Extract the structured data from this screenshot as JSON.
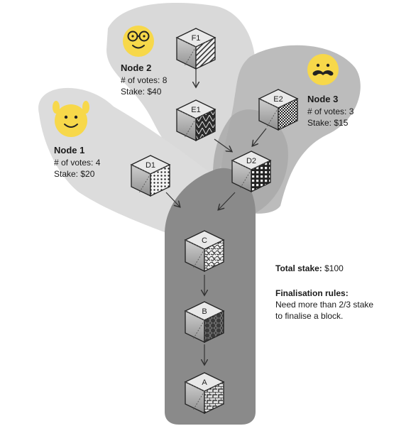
{
  "nodes": [
    {
      "name": "Node 1",
      "votes_text": "# of votes: 4",
      "stake_text": "Stake: $20",
      "avatar_icon": "smiley-hands-up-icon"
    },
    {
      "name": "Node 2",
      "votes_text": "# of votes: 8",
      "stake_text": "Stake: $40",
      "avatar_icon": "smiley-glasses-icon"
    },
    {
      "name": "Node 3",
      "votes_text": "# of votes: 3",
      "stake_text": "Stake: $15",
      "avatar_icon": "smiley-mustache-icon"
    }
  ],
  "blocks": {
    "A": "A",
    "B": "B",
    "C": "C",
    "D1": "D1",
    "D2": "D2",
    "E1": "E1",
    "E2": "E2",
    "F1": "F1"
  },
  "total_stake": {
    "label": "Total stake:",
    "value": " $100"
  },
  "finalisation": {
    "title": "Finalisation rules:",
    "line1": "Need more than 2/3 stake",
    "line2": "to finalise a block."
  },
  "colors": {
    "avatar": "#F7D84A",
    "trunk": "#8a8a8a",
    "branch_light": "#d9d9d9",
    "branch_mid": "#bdbdbd"
  }
}
